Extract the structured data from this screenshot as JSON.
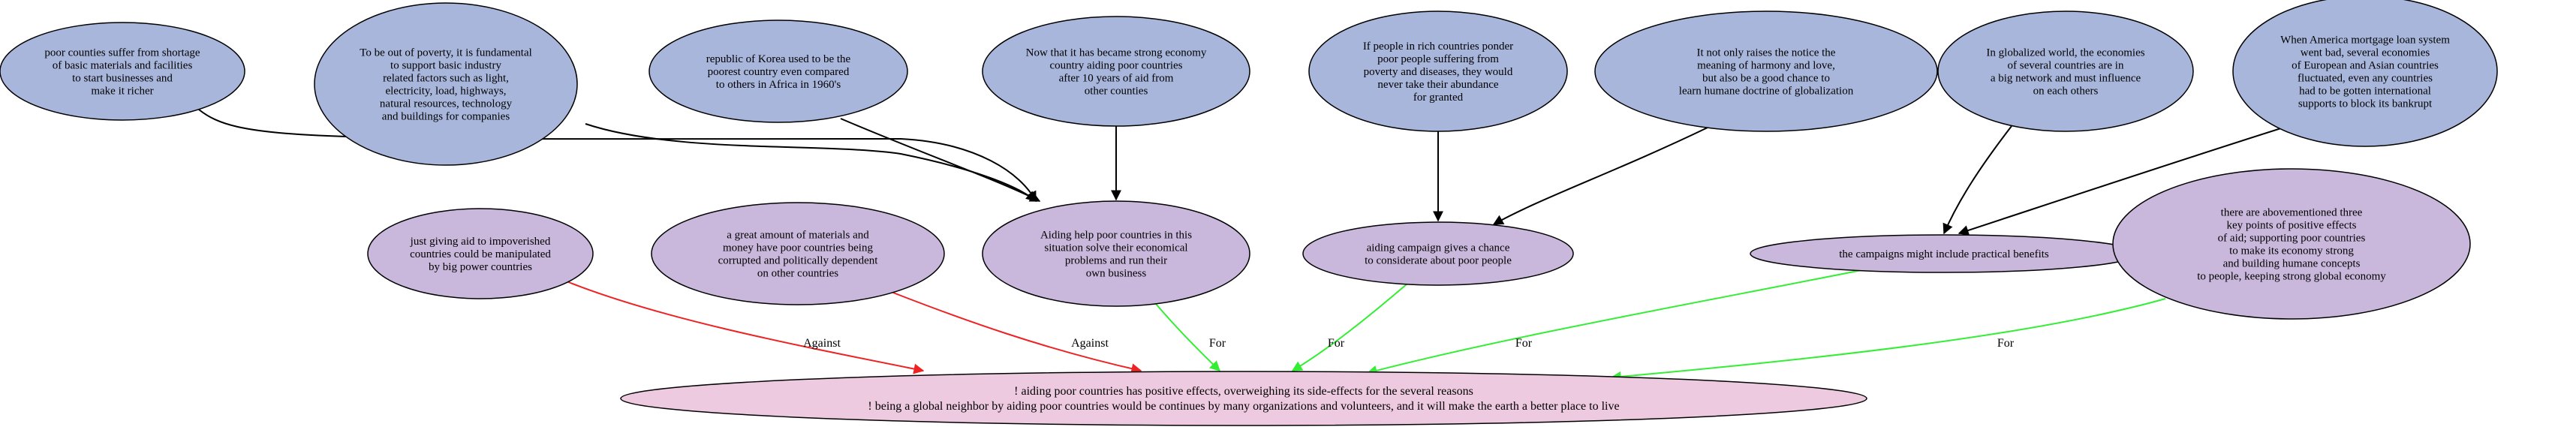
{
  "colors": {
    "premise_fill": "#a8b6db",
    "support_fill": "#c9b8dc",
    "conclusion_fill": "#eecae0",
    "stroke": "#000000",
    "for_edge": "#33ee33",
    "against_edge": "#ee2222",
    "support_edge": "#000000"
  },
  "nodes": {
    "p1": [
      "poor counties suffer from shortage",
      "of basic materials and facilities",
      "to start businesses and",
      "make it richer"
    ],
    "p2": [
      "To be out of poverty, it is fundamental",
      "to support basic industry",
      "related factors such as light,",
      "electricity, load, highways,",
      "natural resources, technology",
      "and buildings for companies"
    ],
    "p3": [
      "republic of Korea used to be the",
      "poorest country even compared",
      "to others in Africa in 1960's"
    ],
    "p4": [
      "Now that it has became strong economy",
      "country aiding poor countries",
      "after 10 years of aid from",
      "other counties"
    ],
    "p5": [
      "If people in rich countries ponder",
      "poor people suffering from",
      "poverty and diseases, they would",
      "never take their abundance",
      "for granted"
    ],
    "p6": [
      "It not only raises the notice the",
      "meaning of harmony and love,",
      "but also be a good chance to",
      "learn humane doctrine of globalization"
    ],
    "p7": [
      "In globalized world, the economies",
      "of several countries are in",
      "a big network and must influence",
      "on each others"
    ],
    "p8": [
      "When America mortgage loan system",
      "went bad, several economies",
      "of European and Asian countries",
      "fluctuated, even any countries",
      "had to be gotten international",
      "supports to block its bankrupt"
    ],
    "s1": [
      "just giving aid to impoverished",
      "countries could be manipulated",
      "by big power countries"
    ],
    "s2": [
      "a great amount of materials and",
      "money have poor countries being",
      "corrupted and politically dependent",
      "on other countries"
    ],
    "s3": [
      "Aiding help poor countries in this",
      "situation solve their economical",
      "problems and run their",
      "own business"
    ],
    "s4": [
      "aiding campaign gives a chance",
      "to considerate about poor people"
    ],
    "s5": [
      "the campaigns might include practical benefits"
    ],
    "s6": [
      "there are abovementioned three",
      "key points of positive effects",
      "of aid; supporting poor countries",
      "to make its economy strong",
      "and building humane concepts",
      "to people, keeping strong global economy"
    ],
    "conclusion": [
      "! aiding poor countries has positive effects, overweighing its side-effects for the several reasons",
      "! being a global neighbor by aiding poor countries would be continues by many organizations and volunteers, and it will make the earth a better place to live"
    ]
  },
  "edge_labels": {
    "against": "Against",
    "for": "For"
  }
}
